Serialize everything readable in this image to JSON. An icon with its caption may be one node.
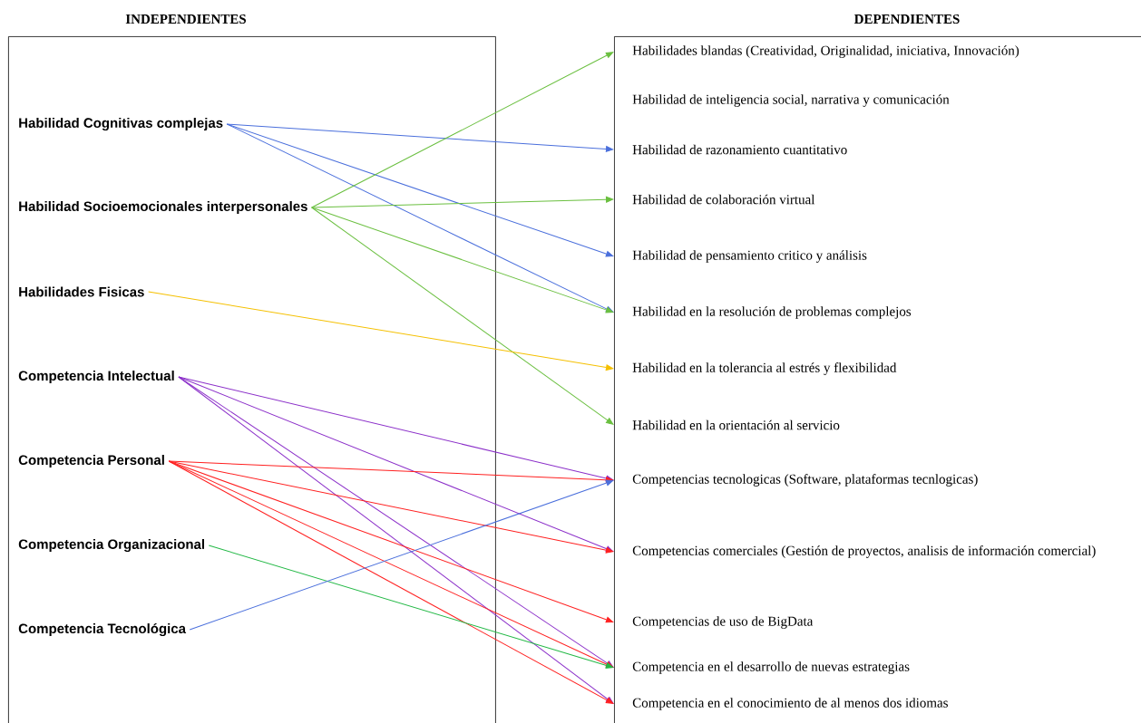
{
  "diagram": {
    "nodes": [
      {
        "text": [
          "INDEPENDIENTES"
        ]
      },
      {
        "text": [
          "Habilidad Cognitivas complejas"
        ],
        "in": 0
      },
      {
        "text": [
          "Habilidad Socioemocionales interpersonales"
        ],
        "in": 0
      },
      {
        "text": [
          "Habilidades Fisicas"
        ],
        "in": 0
      },
      {
        "text": [
          "Competencia Intelectual"
        ],
        "in": 0
      },
      {
        "text": [
          "Competencia Personal"
        ],
        "in": 0
      },
      {
        "text": [
          "Competencia Organizacional"
        ],
        "in": 0
      },
      {
        "text": [
          "Competencia Tecnológica"
        ],
        "in": 0
      },
      {
        "text": [
          "DEPENDIENTES"
        ]
      },
      {
        "text": [
          "Habilidades blandas (Creatividad, Originalidad, iniciativa, Innovación)"
        ],
        "in": 8
      },
      {
        "text": [
          "Habilidad de inteligencia social, narrativa y comunicación"
        ],
        "in": 8
      },
      {
        "text": [
          "Habilidad de razonamiento cuantitativo"
        ],
        "in": 8
      },
      {
        "text": [
          "Habilidad de colaboración virtual"
        ],
        "in": 8
      },
      {
        "text": [
          "Habilidad de pensamiento critico y análisis"
        ],
        "in": 8
      },
      {
        "text": [
          "Habilidad en la resolución de problemas complejos"
        ],
        "in": 8
      },
      {
        "text": [
          "Habilidad en la tolerancia al estrés y flexibilidad"
        ],
        "in": 8
      },
      {
        "text": [
          "Habilidad en la orientación al servicio"
        ],
        "in": 8
      },
      {
        "text": [
          "Competencias tecnologicas (Software, plataformas tecnlogicas)"
        ],
        "in": 8
      },
      {
        "text": [
          "Competencias comerciales (Gestión de proyectos, analisis de información comercial)"
        ],
        "in": 8
      },
      {
        "text": [
          "Competencias de uso de BigData"
        ],
        "in": 8
      },
      {
        "text": [
          "Competencia en el desarrollo de nuevas estrategias"
        ],
        "in": 8
      },
      {
        "text": [
          "Competencia en el conocimiento de  al menos dos idiomas"
        ],
        "in": 8
      }
    ],
    "edges": [
      {
        "from": 1,
        "to": 11,
        "arrow": "to",
        "color": "#4a6fdc"
      },
      {
        "from": 1,
        "to": 13,
        "arrow": "to",
        "color": "#4a6fdc"
      },
      {
        "from": 1,
        "to": 14,
        "arrow": "to",
        "color": "#4a6fdc"
      },
      {
        "from": 2,
        "to": 9,
        "arrow": "to",
        "color": "#6abf3f"
      },
      {
        "from": 2,
        "to": 12,
        "arrow": "to",
        "color": "#6abf3f"
      },
      {
        "from": 2,
        "to": 14,
        "arrow": "to",
        "color": "#6abf3f"
      },
      {
        "from": 2,
        "to": 16,
        "arrow": "to",
        "color": "#6abf3f"
      },
      {
        "from": 3,
        "to": 15,
        "arrow": "to",
        "color": "#f5c000"
      },
      {
        "from": 4,
        "to": 17,
        "arrow": "to",
        "color": "#8b2fc9"
      },
      {
        "from": 4,
        "to": 18,
        "arrow": "to",
        "color": "#8b2fc9"
      },
      {
        "from": 4,
        "to": 20,
        "arrow": "to",
        "color": "#8b2fc9"
      },
      {
        "from": 4,
        "to": 21,
        "arrow": "to",
        "color": "#8b2fc9"
      },
      {
        "from": 5,
        "to": 17,
        "arrow": "to",
        "color": "#ff2020"
      },
      {
        "from": 5,
        "to": 18,
        "arrow": "to",
        "color": "#ff2020"
      },
      {
        "from": 5,
        "to": 19,
        "arrow": "to",
        "color": "#ff2020"
      },
      {
        "from": 5,
        "to": 20,
        "arrow": "to",
        "color": "#ff2020"
      },
      {
        "from": 5,
        "to": 21,
        "arrow": "to",
        "color": "#ff2020"
      },
      {
        "from": 6,
        "to": 20,
        "arrow": "to",
        "color": "#22b845"
      },
      {
        "from": 7,
        "to": 17,
        "arrow": "to",
        "color": "#4a6fdc"
      }
    ]
  }
}
